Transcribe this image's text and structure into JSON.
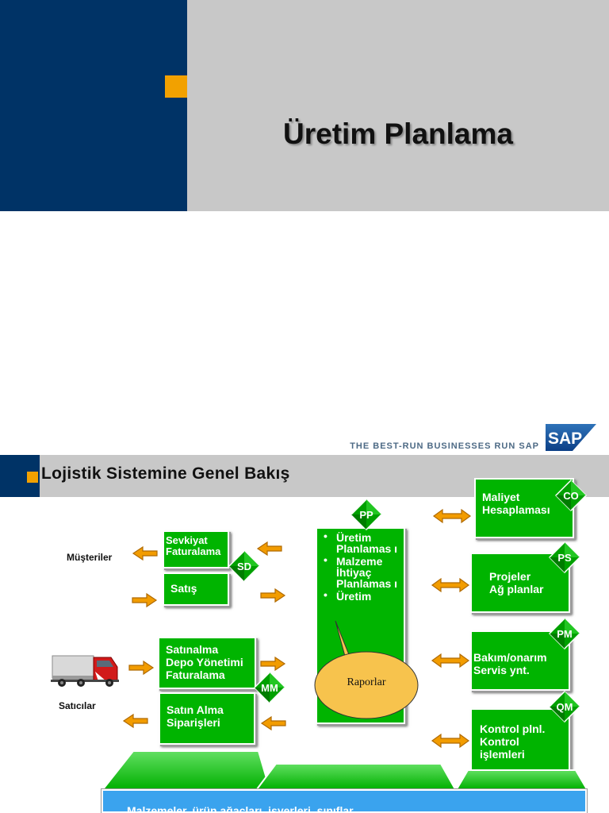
{
  "slide1": {
    "title": "Üretim Planlama",
    "tagline": "THE BEST-RUN BUSINESSES RUN SAP",
    "logo_text": "SAP"
  },
  "slide2": {
    "title": "Lojistik Sistemine Genel Bakış",
    "labels": {
      "customers": "Müşteriler",
      "vendors": "Satıcılar"
    },
    "sd": {
      "badge": "SD",
      "box1": [
        "Sevkiyat",
        "Faturalama"
      ],
      "box2": "Satış"
    },
    "mm": {
      "badge": "MM",
      "box1": [
        "Satınalma",
        "Depo Yönetimi",
        "Faturalama"
      ],
      "box2": [
        "Satın Alma",
        "Siparişleri"
      ]
    },
    "pp": {
      "badge": "PP",
      "items": [
        "Üretim Planlamas ı",
        "Malzeme İhtiyaç Planlamas ı",
        "Üretim"
      ],
      "reports": "Raporlar"
    },
    "co": {
      "badge": "CO",
      "lines": [
        "Maliyet",
        "Hesaplaması"
      ]
    },
    "ps": {
      "badge": "PS",
      "lines": [
        "Projeler",
        "Ağ planlar"
      ]
    },
    "pm": {
      "badge": "PM",
      "lines": [
        "Bakım/onarım",
        "Servis ynt."
      ]
    },
    "qm": {
      "badge": "QM",
      "lines": [
        "Kontrol plnl.",
        "Kontrol",
        "işlemleri"
      ]
    },
    "bottom_bar": "Malzemeler, ürün ağaçları, işyerleri, sınıflar"
  },
  "colors": {
    "navy": "#003366",
    "gray": "#c8c8c8",
    "accent_orange": "#f2a100",
    "module_green": "#00b400",
    "bar_blue": "#3aa3ee",
    "report_yellow": "#f7c34d"
  }
}
